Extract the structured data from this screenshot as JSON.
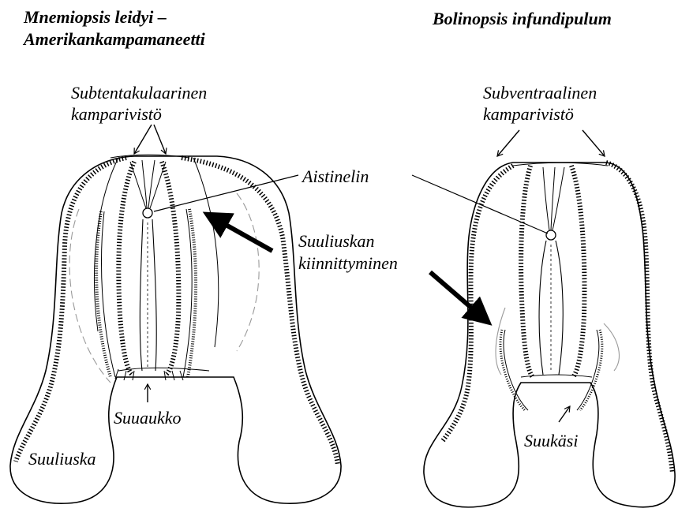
{
  "left_species": {
    "title_line1": "Mnemiopsis leidyi –",
    "title_line2": "Amerikankampamaneetti"
  },
  "right_species": {
    "title": "Bolinopsis infundipulum"
  },
  "labels": {
    "subtentacular_line1": "Subtentakulaarinen",
    "subtentacular_line2": "kamparivistö",
    "subventral_line1": "Subventraalinen",
    "subventral_line2": "kamparivistö",
    "statocyst": "Aistinelin",
    "lobe_attachment_line1": "Suuliuskan",
    "lobe_attachment_line2": "kiinnittyminen",
    "mouth": "Suuaukko",
    "oral_lobe": "Suuliuska",
    "auricle": "Suukäsi"
  },
  "colors": {
    "ink": "#000000",
    "background": "#ffffff",
    "faint_outline": "#9a9a9a"
  }
}
